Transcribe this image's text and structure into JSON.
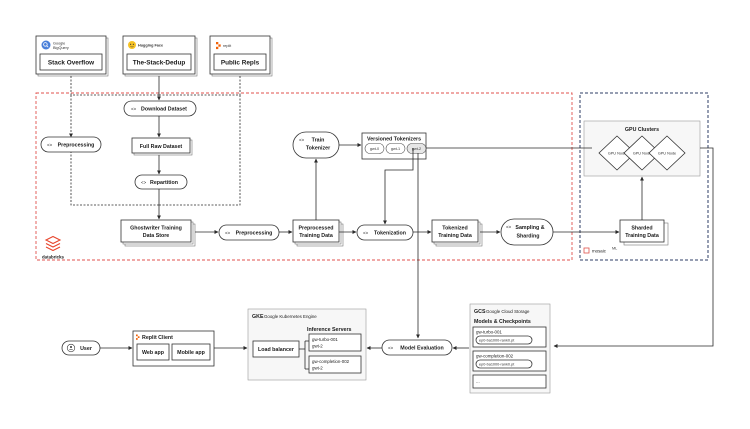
{
  "sources": {
    "bigquery": {
      "brand_line1": "Google",
      "brand_line2": "BigQuery",
      "title": "Stack Overflow"
    },
    "huggingface": {
      "brand": "Hugging Face",
      "title": "The-Stack-Dedup"
    },
    "replit": {
      "brand": "replit",
      "title": "Public Repls"
    }
  },
  "databricks": {
    "download": "Download Dataset",
    "preprocessing_top": "Preprocessing",
    "full_raw": "Full Raw Dataset",
    "repartition": "Repartition",
    "train_tokenizer_l1": "Train",
    "train_tokenizer_l2": "Tokenizer",
    "versioned_title": "Versioned Tokenizers",
    "versions": [
      "gwt-0",
      "gwt-1",
      "gwt-2"
    ],
    "store_l1": "Ghostwriter Training",
    "store_l2": "Data Store",
    "preprocessing_mid": "Preprocessing",
    "pre_l1": "Preprocessed",
    "pre_l2": "Training Data",
    "tokenization": "Tokenization",
    "tok_l1": "Tokenized",
    "tok_l2": "Training Data",
    "sampling_l1": "Sampling &",
    "sampling_l2": "Sharding",
    "logo": "databricks"
  },
  "mosaic": {
    "gpu_title": "GPU Clusters",
    "nodes": [
      "GPU Node",
      "GPU Node",
      "GPU Node"
    ],
    "sharded_l1": "Sharded",
    "sharded_l2": "Training Data",
    "logo": "mosaic",
    "logo_sup": "ML"
  },
  "serving": {
    "user": "User",
    "replit_client": "Replit Client",
    "web_app": "Web app",
    "mobile_app": "Mobile app",
    "gke_abbr": "GKE",
    "gke_name": "Google Kubernetes Engine",
    "inference_title": "Inference Servers",
    "load_balancer": "Load balancer",
    "server1_l1": "gw-turbo-001",
    "server1_l2": "gwt-2",
    "server2_l1": "gw-completion-002",
    "server2_l2": "gwt-2",
    "model_eval": "Model Evaluation",
    "gcs_abbr": "GCS",
    "gcs_name": "Google Cloud Storage",
    "models_title": "Models & Checkpoints",
    "model1_name": "gw-turbo-001",
    "model1_ckpt": "ep0-ba1000-rank0.pt",
    "model2_name": "gw-completion-002",
    "model2_ckpt": "ep0-ba1000-rank0.pt",
    "more": "..."
  },
  "colors": {
    "databricks_frame": "#e0524c",
    "mosaic_frame": "#2d3e66",
    "databricks_logo": "#e8452c"
  },
  "icons": [
    "code-icon",
    "user-icon",
    "bigquery-icon",
    "huggingface-icon",
    "replit-icon",
    "databricks-icon"
  ]
}
